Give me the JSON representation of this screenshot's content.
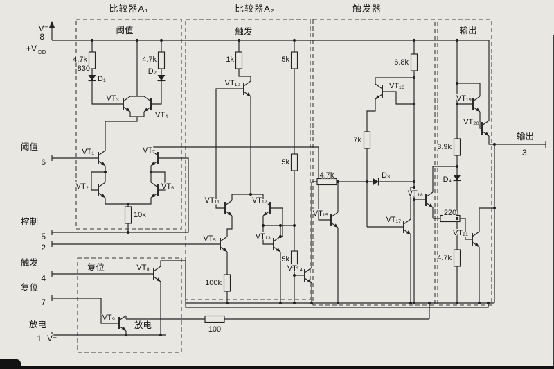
{
  "titles": {
    "comparator_a1": "比较器A₁",
    "comparator_a2": "比较器A₂",
    "flipflop": "触发器"
  },
  "section_labels": {
    "threshold": "阈值",
    "trigger": "触发",
    "output": "输出",
    "reset": "复位",
    "discharge": "放电"
  },
  "pins": {
    "v_plus": "V⁺",
    "pin_8": "8",
    "vdd_prefix": "+V",
    "vdd_sub": "DD",
    "threshold": "阈值",
    "pin_6": "6",
    "control": "控制",
    "pin_5": "5",
    "pin_2": "2",
    "trigger": "触发",
    "pin_4": "4",
    "reset": "复位",
    "pin_7": "7",
    "discharge": "放电",
    "pin_1": "1",
    "v_minus": "V⁻",
    "output": "输出",
    "pin_3": "3"
  },
  "resistors": {
    "r1": "4.7k",
    "r1b": "830",
    "r2": "4.7k",
    "r3": "1k",
    "r4": "5k",
    "r5": "6.8k",
    "r6": "7k",
    "r7": "5k",
    "r8": "4.7k",
    "r9": "10k",
    "r10": "5k",
    "r11": "100k",
    "r12": "100",
    "r13": "220",
    "r14": "3.9k",
    "r15": "4.7k"
  },
  "transistors": {
    "vt1": "VT₁",
    "vt2": "VT₂",
    "vt3": "VT₃",
    "vt4": "VT₄",
    "vt5": "VT₅",
    "vt6": "VT₆",
    "vt7": "VT₇",
    "vt8": "VT₈",
    "vt9": "VT₉",
    "vt10": "VT₁₀",
    "vt11": "VT₁₁",
    "vt12": "VT₁₂",
    "vt13": "VT₁₃",
    "vt14": "VT₁₄",
    "vt15": "VT₁₅",
    "vt16": "VT₁₆",
    "vt17": "VT₁₇",
    "vt18": "VT₁₈",
    "vt19": "VT₁₉",
    "vt20": "VT₂₀",
    "vt21": "VT₂₁"
  },
  "diodes": {
    "d1": "D₁",
    "d2": "D₂",
    "d3": "D₃",
    "d4": "D₄"
  },
  "colors": {
    "ink": "#232323",
    "paper": "#e9e7e1"
  }
}
